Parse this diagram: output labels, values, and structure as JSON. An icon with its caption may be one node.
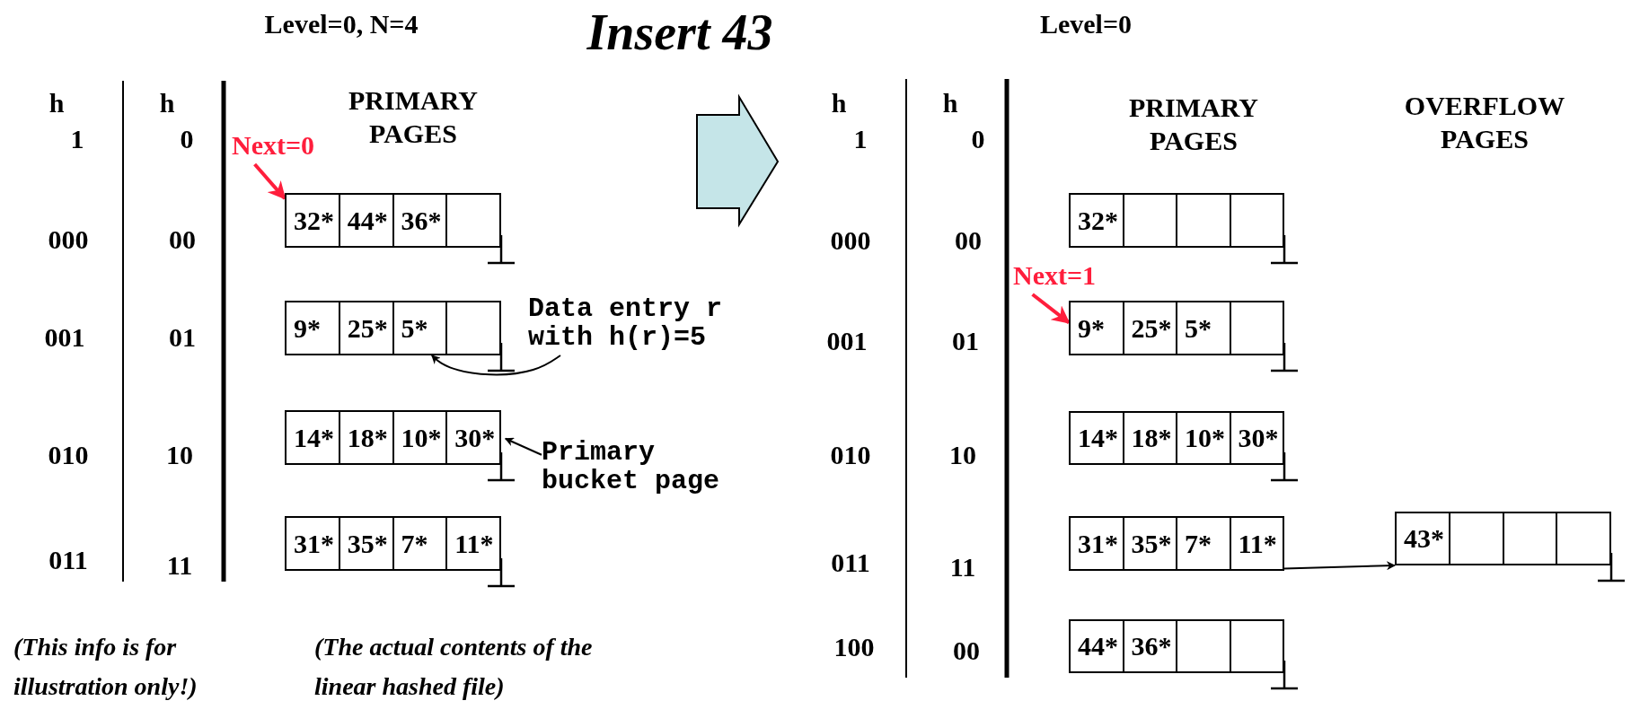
{
  "diagram": {
    "title": "Insert 43",
    "nodes": [
      {
        "text": [
          "Next=0"
        ]
      },
      {
        "text": [
          "32*",
          "44*",
          "36*"
        ]
      },
      {
        "text": [
          "9*",
          "25*",
          "5*"
        ]
      },
      {
        "text": [
          "Data entry r with h(r)=5"
        ]
      },
      {
        "text": [
          "14*",
          "18*",
          "10*",
          "30*"
        ]
      },
      {
        "text": [
          "Primary bucket page"
        ]
      },
      {
        "text": [
          "31*",
          "35*",
          "7*",
          "11*"
        ]
      },
      {
        "text": [
          "32*"
        ]
      },
      {
        "text": [
          "Next=1"
        ]
      },
      {
        "text": [
          "9*",
          "25*",
          "5*"
        ]
      },
      {
        "text": [
          "14*",
          "18*",
          "10*",
          "30*"
        ]
      },
      {
        "text": [
          "31*",
          "35*",
          "7*",
          "11*"
        ]
      },
      {
        "text": [
          "43*"
        ]
      },
      {
        "text": [
          "44*",
          "36*"
        ]
      }
    ],
    "edges": [
      {
        "from": 0,
        "to": 1,
        "arrow": "to",
        "color": "#ff1e3c"
      },
      {
        "from": 3,
        "to": 2,
        "arrow": "to"
      },
      {
        "from": 5,
        "to": 4,
        "arrow": "to"
      },
      {
        "from": 8,
        "to": 9,
        "arrow": "to",
        "color": "#ff1e3c"
      },
      {
        "from": 11,
        "to": 12,
        "arrow": "to"
      }
    ],
    "labels": [
      "Level=0, N=4",
      "Level=0",
      "h",
      "1",
      "h",
      "0",
      "PRIMARY PAGES",
      "h",
      "1",
      "h",
      "0",
      "PRIMARY PAGES",
      "OVERFLOW PAGES",
      "000",
      "00",
      "001",
      "01",
      "010",
      "10",
      "011",
      "11",
      "000",
      "00",
      "001",
      "01",
      "010",
      "10",
      "011",
      "11",
      "100",
      "00",
      "(This info is for illustration only!)",
      "(The actual contents of the linear hashed file)"
    ]
  }
}
